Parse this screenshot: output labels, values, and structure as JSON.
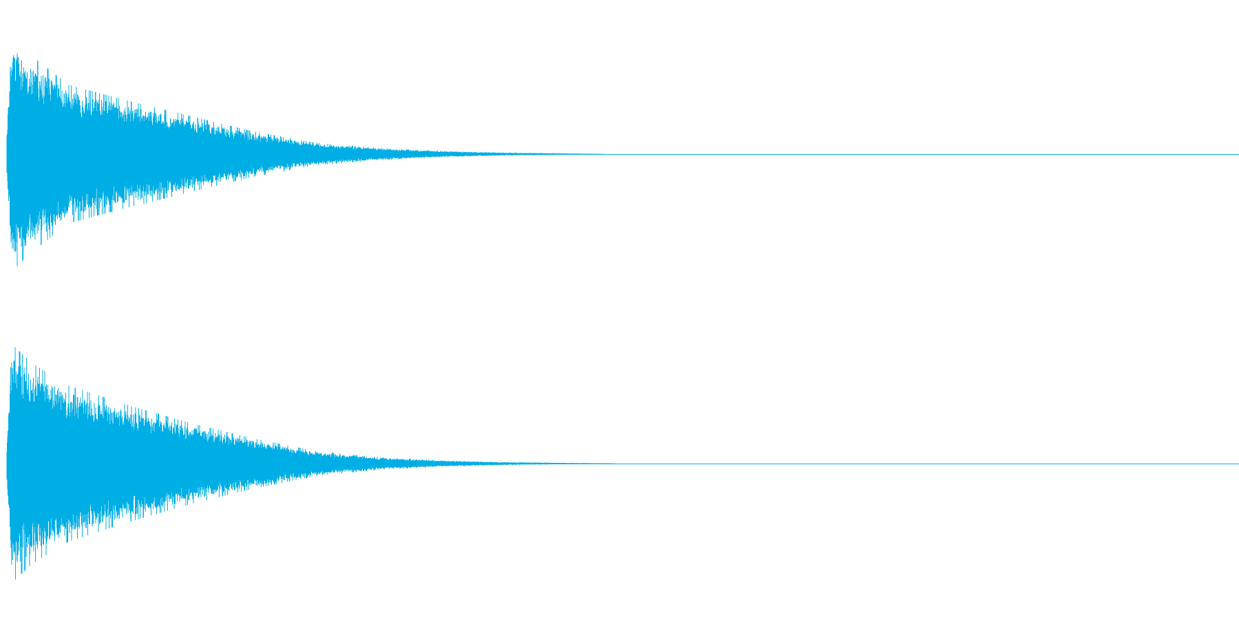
{
  "waveform": {
    "color": "#00aee6",
    "background": "#ffffff",
    "channels": [
      {
        "name": "left",
        "peak": 0.93,
        "sound_fraction_of_timeline": 0.49,
        "decay_envelope": [
          [
            0.0,
            0.15
          ],
          [
            0.004,
            0.93
          ],
          [
            0.02,
            0.78
          ],
          [
            0.05,
            0.55
          ],
          [
            0.1,
            0.42
          ],
          [
            0.15,
            0.3
          ],
          [
            0.2,
            0.18
          ],
          [
            0.25,
            0.09
          ],
          [
            0.3,
            0.05
          ],
          [
            0.35,
            0.025
          ],
          [
            0.4,
            0.012
          ],
          [
            0.45,
            0.006
          ],
          [
            0.49,
            0.0
          ]
        ]
      },
      {
        "name": "right",
        "peak": 0.95,
        "sound_fraction_of_timeline": 0.5,
        "decay_envelope": [
          [
            0.0,
            0.15
          ],
          [
            0.004,
            0.95
          ],
          [
            0.02,
            0.8
          ],
          [
            0.05,
            0.62
          ],
          [
            0.1,
            0.46
          ],
          [
            0.15,
            0.32
          ],
          [
            0.2,
            0.2
          ],
          [
            0.25,
            0.1
          ],
          [
            0.3,
            0.05
          ],
          [
            0.35,
            0.025
          ],
          [
            0.4,
            0.012
          ],
          [
            0.45,
            0.006
          ],
          [
            0.5,
            0.0
          ]
        ]
      }
    ]
  }
}
